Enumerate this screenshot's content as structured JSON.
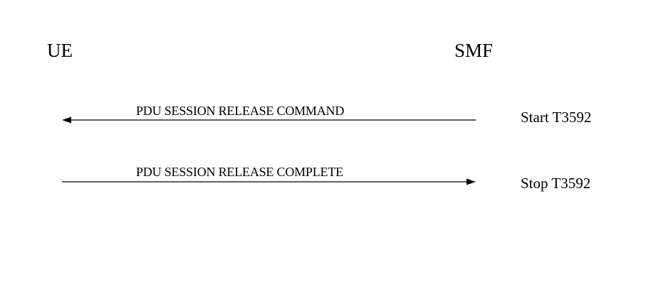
{
  "entities": {
    "ue": "UE",
    "smf": "SMF"
  },
  "messages": [
    {
      "label": "PDU SESSION RELEASE COMMAND",
      "direction": "SMF-to-UE",
      "timer_action": "Start T3592"
    },
    {
      "label": "PDU SESSION RELEASE COMPLETE",
      "direction": "UE-to-SMF",
      "timer_action": "Stop T3592"
    }
  ],
  "colors": {
    "line": "#000000",
    "text": "#000000",
    "background": "#ffffff"
  }
}
